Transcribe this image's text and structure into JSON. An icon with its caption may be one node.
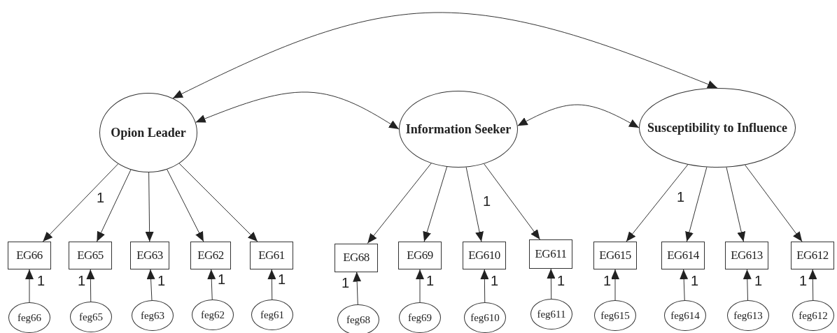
{
  "diagram": {
    "nodes": [
      {
        "text": [
          "Opion Leader"
        ]
      },
      {
        "text": [
          "Information Seeker"
        ]
      },
      {
        "text": [
          "Susceptibility to Influence"
        ]
      },
      {
        "text": [
          "EG66"
        ]
      },
      {
        "text": [
          "EG65"
        ]
      },
      {
        "text": [
          "EG63"
        ]
      },
      {
        "text": [
          "EG62"
        ]
      },
      {
        "text": [
          "EG61"
        ]
      },
      {
        "text": [
          "EG68"
        ]
      },
      {
        "text": [
          "EG69"
        ]
      },
      {
        "text": [
          "EG610"
        ]
      },
      {
        "text": [
          "EG611"
        ]
      },
      {
        "text": [
          "EG615"
        ]
      },
      {
        "text": [
          "EG614"
        ]
      },
      {
        "text": [
          "EG613"
        ]
      },
      {
        "text": [
          "EG612"
        ]
      },
      {
        "text": [
          "feg66"
        ]
      },
      {
        "text": [
          "feg65"
        ]
      },
      {
        "text": [
          "feg63"
        ]
      },
      {
        "text": [
          "feg62"
        ]
      },
      {
        "text": [
          "feg61"
        ]
      },
      {
        "text": [
          "feg68"
        ]
      },
      {
        "text": [
          "feg69"
        ]
      },
      {
        "text": [
          "feg610"
        ]
      },
      {
        "text": [
          "feg611"
        ]
      },
      {
        "text": [
          "feg615"
        ]
      },
      {
        "text": [
          "feg614"
        ]
      },
      {
        "text": [
          "feg613"
        ]
      },
      {
        "text": [
          "feg612"
        ]
      }
    ],
    "edges": [
      {
        "from": 0,
        "to": 2,
        "arrow": "both"
      },
      {
        "from": 0,
        "to": 1,
        "arrow": "both"
      },
      {
        "from": 1,
        "to": 2,
        "arrow": "both"
      },
      {
        "from": 0,
        "to": 3,
        "arrow": "to"
      },
      {
        "from": 0,
        "to": 4,
        "arrow": "to",
        "label": "1"
      },
      {
        "from": 0,
        "to": 5,
        "arrow": "to"
      },
      {
        "from": 0,
        "to": 6,
        "arrow": "to"
      },
      {
        "from": 0,
        "to": 7,
        "arrow": "to"
      },
      {
        "from": 1,
        "to": 8,
        "arrow": "to"
      },
      {
        "from": 1,
        "to": 9,
        "arrow": "to"
      },
      {
        "from": 1,
        "to": 10,
        "arrow": "to",
        "label": "1"
      },
      {
        "from": 1,
        "to": 11,
        "arrow": "to"
      },
      {
        "from": 2,
        "to": 12,
        "arrow": "to"
      },
      {
        "from": 2,
        "to": 13,
        "arrow": "to",
        "label": "1"
      },
      {
        "from": 2,
        "to": 14,
        "arrow": "to"
      },
      {
        "from": 2,
        "to": 15,
        "arrow": "to"
      },
      {
        "from": 16,
        "to": 3,
        "arrow": "to",
        "label": "1"
      },
      {
        "from": 17,
        "to": 4,
        "arrow": "to",
        "label": "1"
      },
      {
        "from": 18,
        "to": 5,
        "arrow": "to",
        "label": "1"
      },
      {
        "from": 19,
        "to": 6,
        "arrow": "to",
        "label": "1"
      },
      {
        "from": 20,
        "to": 7,
        "arrow": "to",
        "label": "1"
      },
      {
        "from": 21,
        "to": 8,
        "arrow": "to",
        "label": "1"
      },
      {
        "from": 22,
        "to": 9,
        "arrow": "to",
        "label": "1"
      },
      {
        "from": 23,
        "to": 10,
        "arrow": "to",
        "label": "1"
      },
      {
        "from": 24,
        "to": 11,
        "arrow": "to",
        "label": "1"
      },
      {
        "from": 25,
        "to": 12,
        "arrow": "to",
        "label": "1"
      },
      {
        "from": 26,
        "to": 13,
        "arrow": "to",
        "label": "1"
      },
      {
        "from": 27,
        "to": 14,
        "arrow": "to",
        "label": "1"
      },
      {
        "from": 28,
        "to": 15,
        "arrow": "to",
        "label": "1"
      }
    ]
  }
}
